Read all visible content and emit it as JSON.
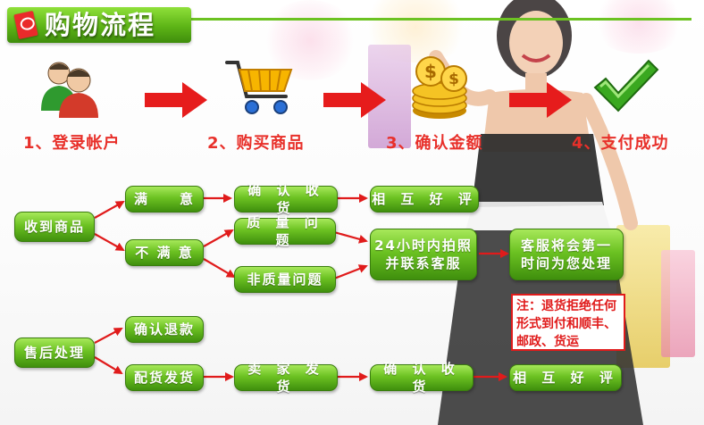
{
  "title": "购物流程",
  "steps": [
    {
      "label": "1、登录帐户",
      "icon": "users-icon"
    },
    {
      "label": "2、购买商品",
      "icon": "shopping-cart-icon"
    },
    {
      "label": "3、确认金额",
      "icon": "gold-coins-icon"
    },
    {
      "label": "4、支付成功",
      "icon": "check-mark-icon"
    }
  ],
  "flow": {
    "received": "收到商品",
    "satisfied": "满　　意",
    "confirm_receipt": "确 认 收 货",
    "mutual_review_1": "相 互 好 评",
    "unsatisfied": "不 满 意",
    "quality_issue": "质 量 问 题",
    "non_quality_issue": "非质量问题",
    "contact_service": "24小时内拍照并联系客服",
    "service_handle": "客服将会第一时间为您处理",
    "after_sales": "售后处理",
    "confirm_refund": "确认退款",
    "ship_replacement": "配货发货",
    "seller_ships": "卖 家 发 货",
    "confirm_receipt_2": "确 认 收 货",
    "mutual_review_2": "相 互 好 评"
  },
  "note": "注：退货拒绝任何形式到付和顺丰、邮政、货运",
  "colors": {
    "green": "#6cc222",
    "step_red": "#e8302a",
    "arrow_red": "#e01b1b"
  }
}
